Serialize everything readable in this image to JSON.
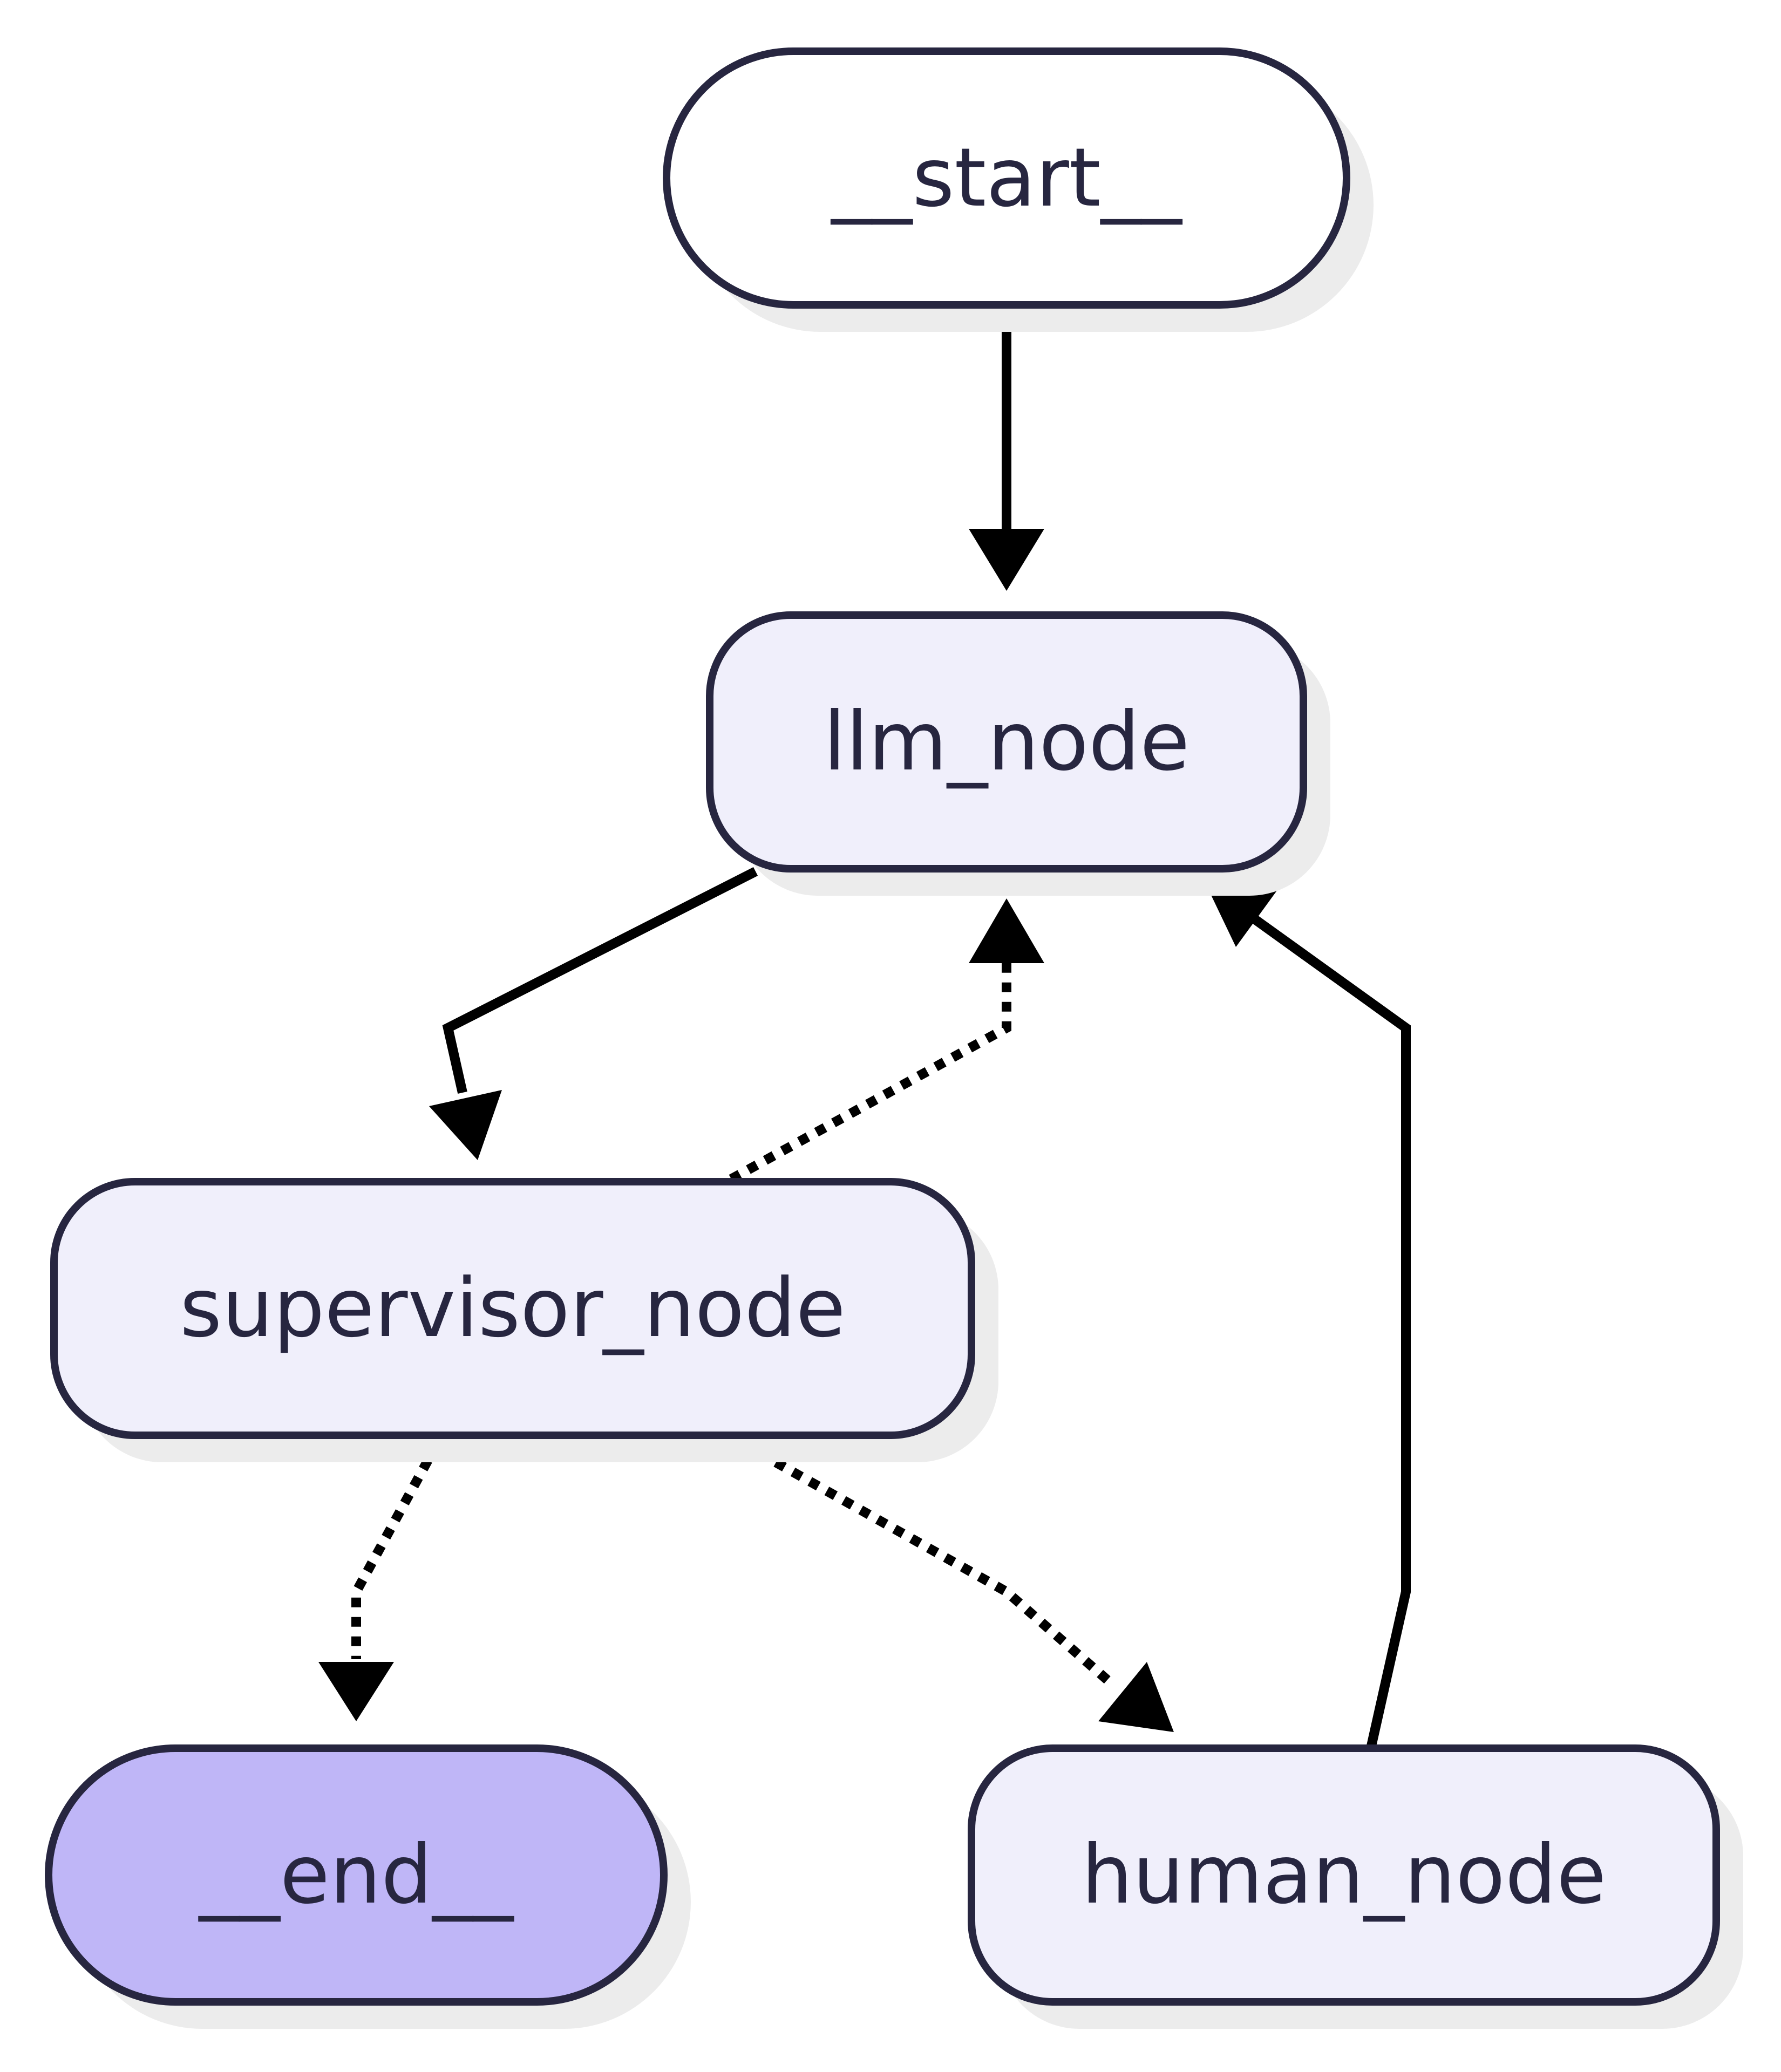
{
  "nodes": {
    "start": {
      "label": "__start__",
      "fill": "#ffffff"
    },
    "llm": {
      "label": "llm_node",
      "fill": "#f0effb"
    },
    "supervisor": {
      "label": "supervisor_node",
      "fill": "#f0effb"
    },
    "end": {
      "label": "__end__",
      "fill": "#bfb6f7"
    },
    "human": {
      "label": "human_node",
      "fill": "#f0effb"
    }
  },
  "edges": [
    {
      "from": "__start__",
      "to": "llm_node",
      "style": "solid"
    },
    {
      "from": "llm_node",
      "to": "supervisor_node",
      "style": "solid"
    },
    {
      "from": "supervisor_node",
      "to": "llm_node",
      "style": "dotted"
    },
    {
      "from": "supervisor_node",
      "to": "__end__",
      "style": "dotted"
    },
    {
      "from": "supervisor_node",
      "to": "human_node",
      "style": "dotted"
    },
    {
      "from": "human_node",
      "to": "llm_node",
      "style": "solid"
    }
  ],
  "colors": {
    "node_border": "#272640",
    "edge": "#000000",
    "shadow": "#ececec",
    "background": "#ffffff"
  }
}
